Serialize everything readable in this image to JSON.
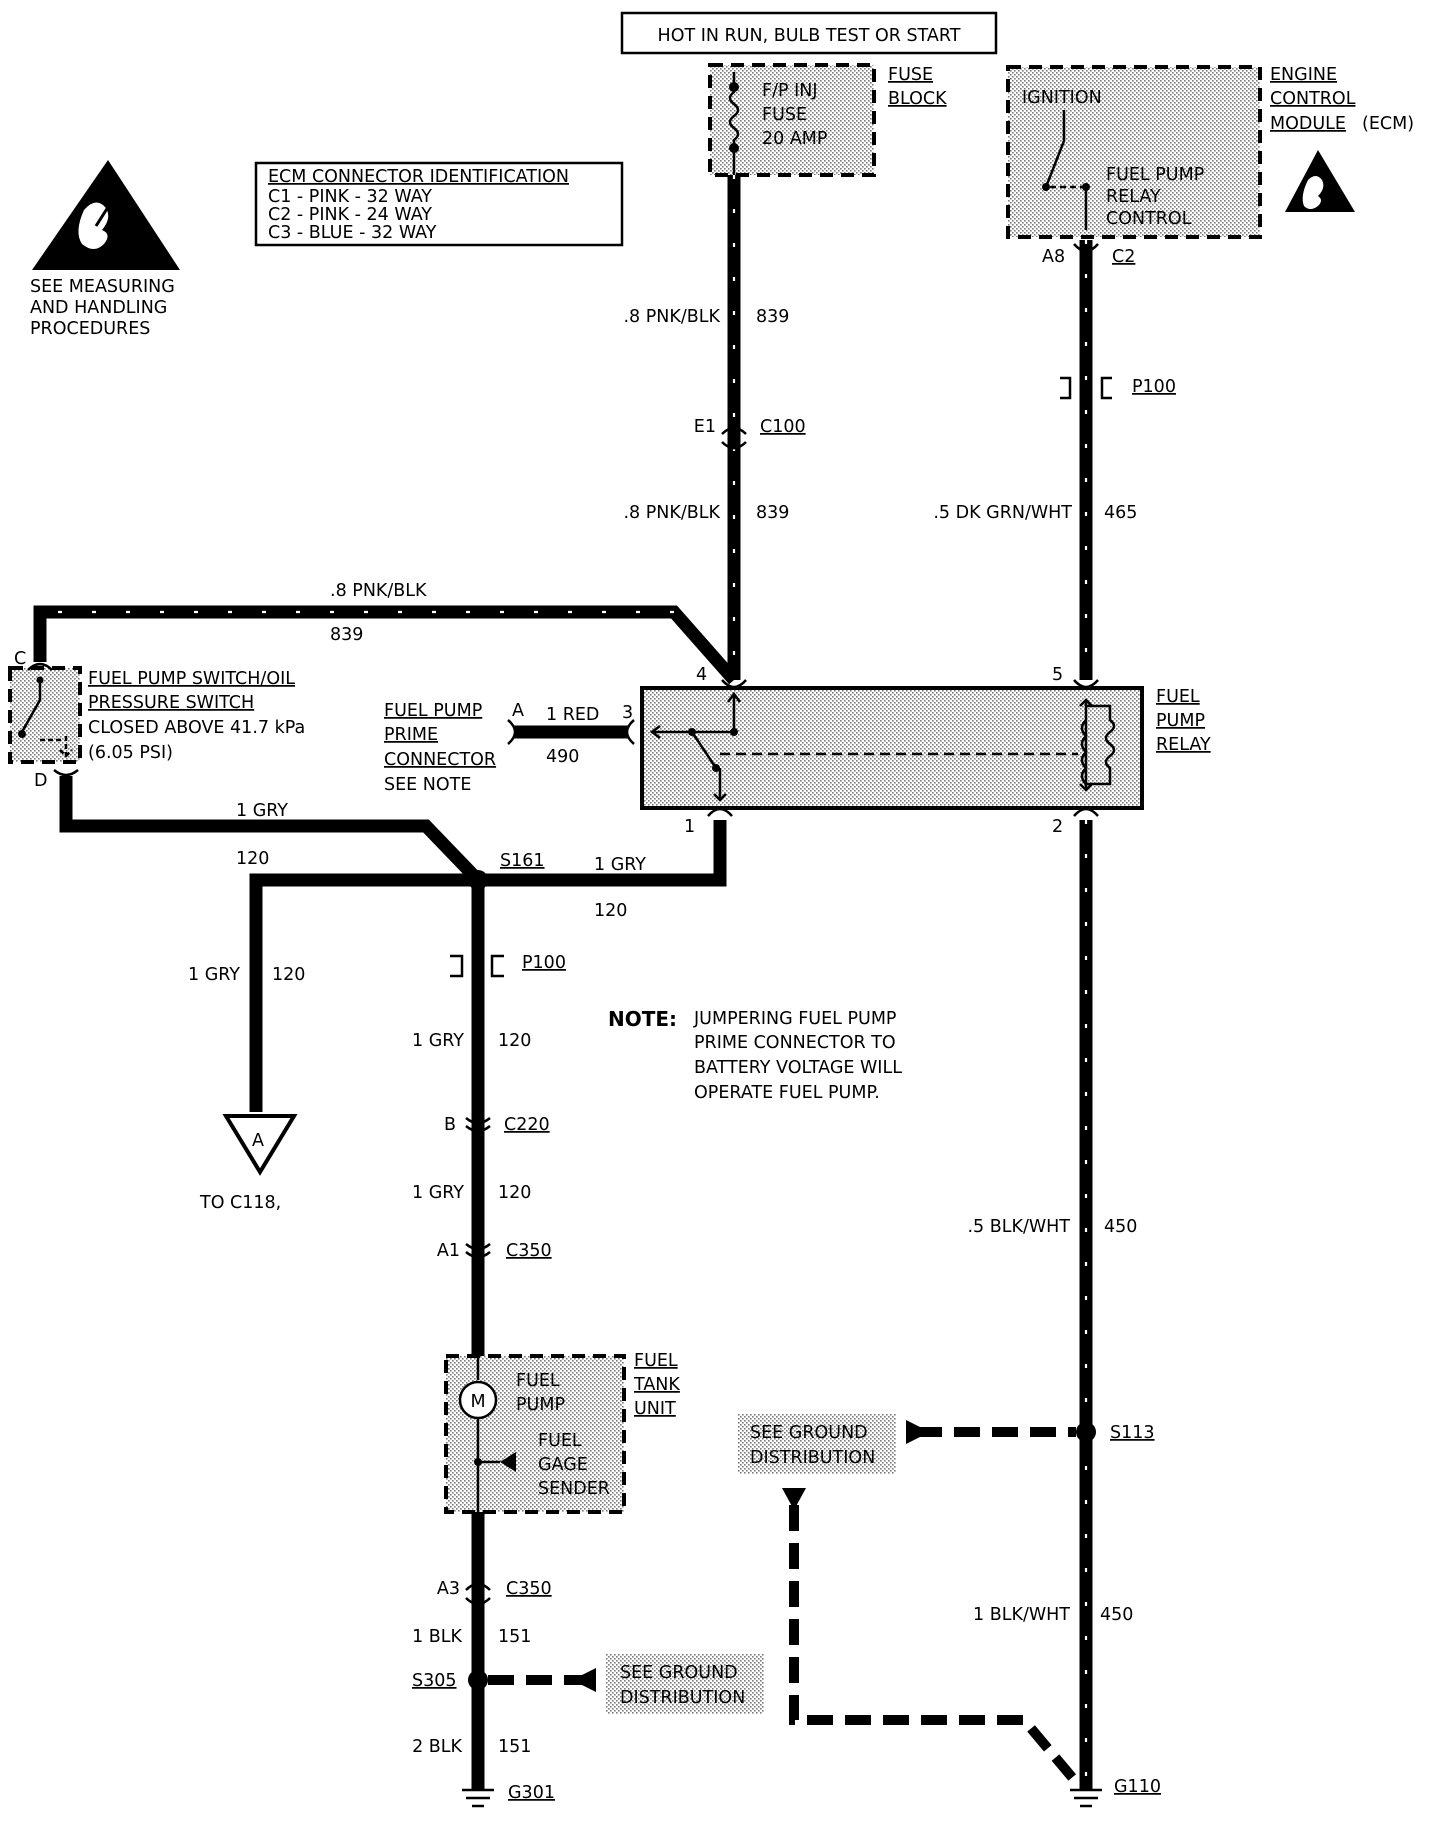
{
  "top_label": "HOT IN RUN, BULB TEST OR START",
  "fuse": {
    "l1": "F/P INJ",
    "l2": "FUSE",
    "l3": "20 AMP",
    "title1": "FUSE",
    "title2": "BLOCK"
  },
  "ecm": {
    "title1": "ENGINE",
    "title2": "CONTROL",
    "title3": "MODULE",
    "title3b": "(ECM)",
    "ignition": "IGNITION",
    "relay1": "FUEL PUMP",
    "relay2": "RELAY",
    "relay3": "CONTROL",
    "pin": "A8",
    "conn": "C2"
  },
  "ecm_id": {
    "title": "ECM CONNECTOR IDENTIFICATION",
    "c1": "C1 - PINK - 32 WAY",
    "c2": "C2 - PINK - 24 WAY",
    "c3": "C3 - BLUE - 32 WAY"
  },
  "esd_note": {
    "l1": "SEE MEASURING",
    "l2": "AND HANDLING",
    "l3": "PROCEDURES"
  },
  "wires": {
    "w839a_color": ".8 PNK/BLK",
    "w839a_num": "839",
    "w839b_color": ".8 PNK/BLK",
    "w839b_num": "839",
    "w839c_color": ".8 PNK/BLK",
    "w839c_num": "839",
    "w465_color": ".5 DK GRN/WHT",
    "w465_num": "465",
    "w490_color": "1 RED",
    "w490_num": "490",
    "w120a_color": "1 GRY",
    "w120a_num": "120",
    "w120b_color": "1 GRY",
    "w120b_num": "120",
    "w120c_color": "1 GRY",
    "w120c_num": "120",
    "w120d_color": "1 GRY",
    "w120d_num": "120",
    "w120e_color": "1 GRY",
    "w120e_num": "120",
    "w450a_color": ".5 BLK/WHT",
    "w450a_num": "450",
    "w450b_color": "1 BLK/WHT",
    "w450b_num": "450",
    "w151a_color": "1 BLK",
    "w151a_num": "151",
    "w151b_color": "2 BLK",
    "w151b_num": "151"
  },
  "connectors": {
    "c100_pin": "E1",
    "c100": "C100",
    "p100a": "P100",
    "p100b": "P100",
    "c220_pin": "B",
    "c220": "C220",
    "c350a_pin": "A1",
    "c350a": "C350",
    "c350b_pin": "A3",
    "c350b": "C350",
    "relay_pin4": "4",
    "relay_pin5": "5",
    "relay_pin1": "1",
    "relay_pin2": "2",
    "relay_pin3": "3",
    "prime_pin": "A",
    "sw_pin_c": "C",
    "sw_pin_d": "D"
  },
  "relay": {
    "l1": "FUEL",
    "l2": "PUMP",
    "l3": "RELAY"
  },
  "oil_switch": {
    "l1": "FUEL PUMP SWITCH/OIL",
    "l2": "PRESSURE SWITCH",
    "l3": "CLOSED ABOVE 41.7 kPa",
    "l4": "(6.05 PSI)"
  },
  "prime": {
    "l1": "FUEL PUMP",
    "l2": "PRIME",
    "l3": "CONNECTOR",
    "l4": "SEE NOTE"
  },
  "splices": {
    "s161": "S161",
    "s113": "S113",
    "s305": "S305"
  },
  "grounds": {
    "g301": "G301",
    "g110": "G110"
  },
  "offpage": {
    "letter": "A",
    "to": "TO C118,"
  },
  "note": {
    "head": "NOTE:",
    "l1": "JUMPERING FUEL PUMP",
    "l2": "PRIME CONNECTOR TO",
    "l3": "BATTERY VOLTAGE WILL",
    "l4": "OPERATE FUEL PUMP."
  },
  "tank": {
    "title1": "FUEL",
    "title2": "TANK",
    "title3": "UNIT",
    "m": "M",
    "pump1": "FUEL",
    "pump2": "PUMP",
    "gage1": "FUEL",
    "gage2": "GAGE",
    "gage3": "SENDER"
  },
  "ground_dist_a": {
    "l1": "SEE GROUND",
    "l2": "DISTRIBUTION"
  },
  "ground_dist_b": {
    "l1": "SEE GROUND",
    "l2": "DISTRIBUTION"
  }
}
